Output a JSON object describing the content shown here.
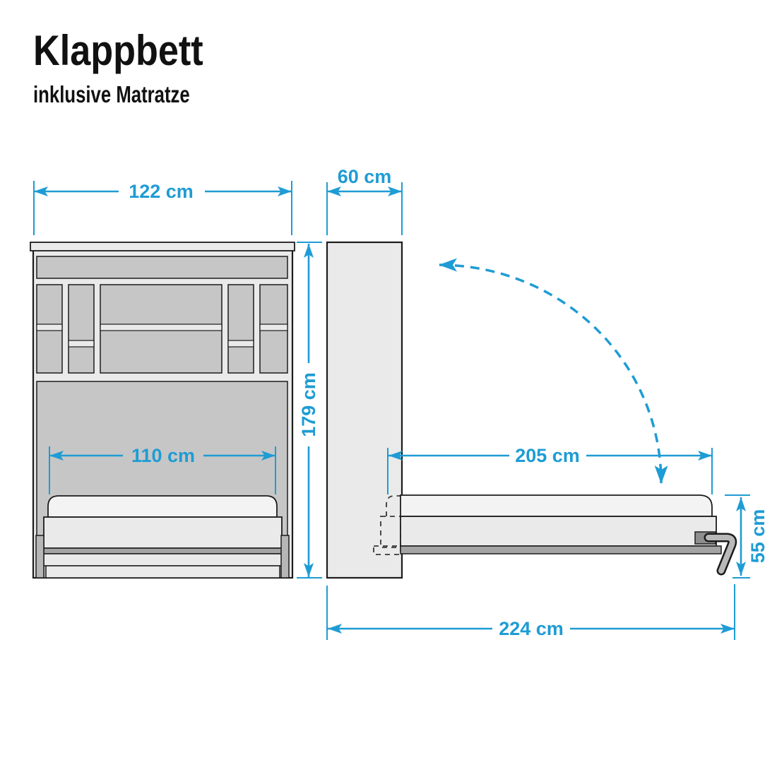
{
  "header": {
    "title": "Klappbett",
    "subtitle": "inklusive Matratze"
  },
  "dimensions": {
    "front_width": "122 cm",
    "front_height": "179 cm",
    "mattress_width": "110 cm",
    "cabinet_depth": "60 cm",
    "bed_length": "205 cm",
    "bed_height": "55 cm",
    "open_total_depth": "224 cm"
  },
  "colors": {
    "accent_blue": "#1e9cd4",
    "outline": "#1c1c1c",
    "cabinet_light": "#eaeaea",
    "panel_gray": "#c6c6c6",
    "rail_gray": "#a4a4a4",
    "column_gray": "#b6b6b6",
    "mattress_white": "#f3f3f4",
    "background": "#ffffff"
  }
}
